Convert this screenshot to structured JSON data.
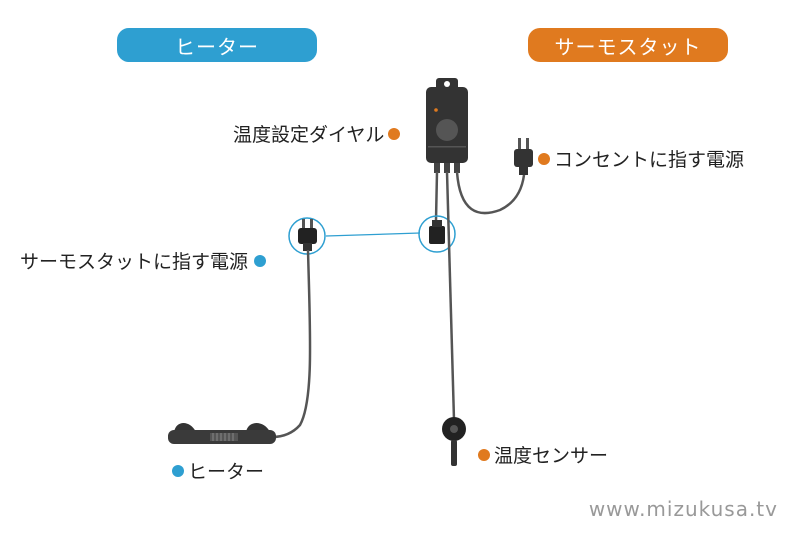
{
  "headers": {
    "heater": "ヒーター",
    "thermostat": "サーモスタット"
  },
  "labels": {
    "dial": "温度設定ダイヤル",
    "outlet_plug": "コンセントに指す電源",
    "thermostat_plug": "サーモスタットに指す電源",
    "heater": "ヒーター",
    "sensor": "温度センサー"
  },
  "watermark": "www.mizukusa.tv",
  "colors": {
    "blue": "#2e9fd1",
    "orange": "#e07a1f",
    "cable": "#555555",
    "device": "#333333"
  }
}
